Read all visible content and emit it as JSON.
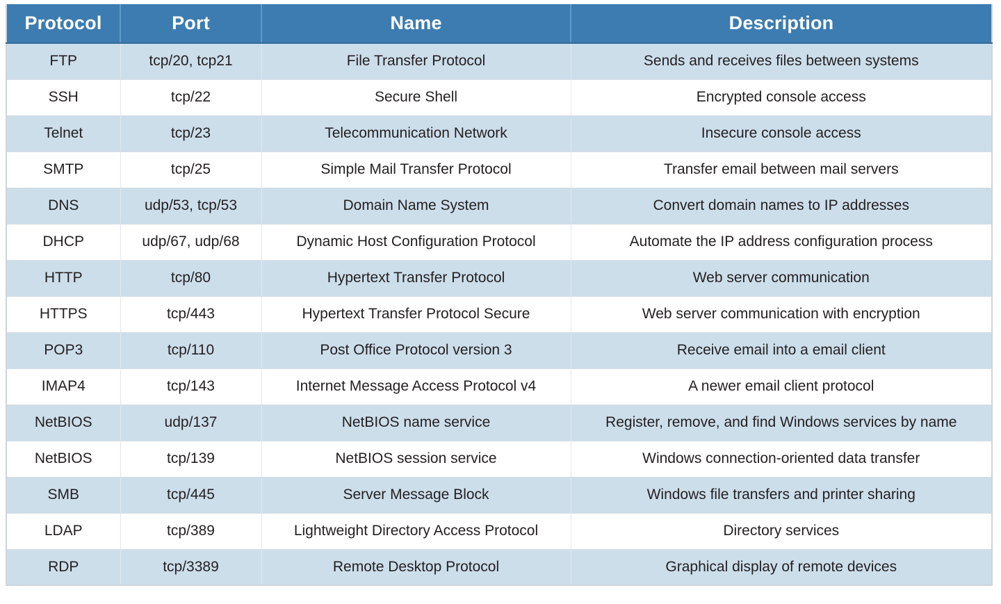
{
  "table": {
    "name": "common-network-protocols-and-ports",
    "columns": [
      "Protocol",
      "Port",
      "Name",
      "Description"
    ],
    "header_background": "#3c7cb0",
    "header_text_color": "#ffffff",
    "shaded_row_background": "#cddeeb",
    "plain_row_background": "#ffffff",
    "body_text_color": "#231f20",
    "rows": [
      {
        "protocol": "FTP",
        "port": "tcp/20, tcp21",
        "name": "File Transfer Protocol",
        "description": "Sends and receives files between systems"
      },
      {
        "protocol": "SSH",
        "port": "tcp/22",
        "name": "Secure Shell",
        "description": "Encrypted console access"
      },
      {
        "protocol": "Telnet",
        "port": "tcp/23",
        "name": "Telecommunication Network",
        "description": "Insecure console access"
      },
      {
        "protocol": "SMTP",
        "port": "tcp/25",
        "name": "Simple Mail Transfer Protocol",
        "description": "Transfer email between mail servers"
      },
      {
        "protocol": "DNS",
        "port": "udp/53, tcp/53",
        "name": "Domain Name System",
        "description": "Convert domain names to IP addresses"
      },
      {
        "protocol": "DHCP",
        "port": "udp/67, udp/68",
        "name": "Dynamic Host Configuration Protocol",
        "description": "Automate the IP address configuration process"
      },
      {
        "protocol": "HTTP",
        "port": "tcp/80",
        "name": "Hypertext Transfer Protocol",
        "description": "Web server communication"
      },
      {
        "protocol": "HTTPS",
        "port": "tcp/443",
        "name": "Hypertext Transfer Protocol Secure",
        "description": "Web server communication with encryption"
      },
      {
        "protocol": "POP3",
        "port": "tcp/110",
        "name": "Post Office Protocol version 3",
        "description": "Receive email into a email client"
      },
      {
        "protocol": "IMAP4",
        "port": "tcp/143",
        "name": "Internet Message Access Protocol v4",
        "description": "A newer email client protocol"
      },
      {
        "protocol": "NetBIOS",
        "port": "udp/137",
        "name": "NetBIOS name service",
        "description": "Register, remove, and find Windows services by name"
      },
      {
        "protocol": "NetBIOS",
        "port": "tcp/139",
        "name": "NetBIOS session service",
        "description": "Windows connection-oriented data transfer"
      },
      {
        "protocol": "SMB",
        "port": "tcp/445",
        "name": "Server Message Block",
        "description": "Windows file transfers and printer sharing"
      },
      {
        "protocol": "LDAP",
        "port": "tcp/389",
        "name": "Lightweight Directory Access Protocol",
        "description": "Directory services"
      },
      {
        "protocol": "RDP",
        "port": "tcp/3389",
        "name": "Remote Desktop Protocol",
        "description": "Graphical display of remote devices"
      }
    ]
  }
}
